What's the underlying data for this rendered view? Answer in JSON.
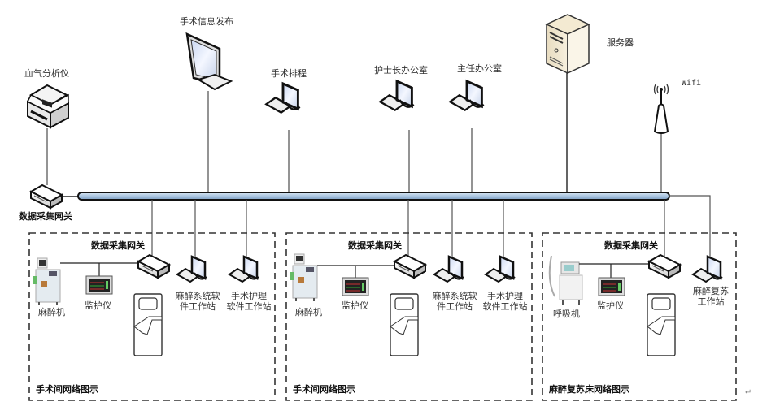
{
  "diagram": {
    "type": "network-topology",
    "top_devices": [
      {
        "id": "blood-gas",
        "label": "血气分析仪",
        "icon": "printer-analyzer-icon"
      },
      {
        "id": "info-publish",
        "label": "手术信息发布",
        "icon": "large-monitor-icon"
      },
      {
        "id": "schedule",
        "label": "手术排程",
        "icon": "workstation-icon"
      },
      {
        "id": "head-nurse",
        "label": "护士长办公室",
        "icon": "workstation-icon"
      },
      {
        "id": "director",
        "label": "主任办公室",
        "icon": "workstation-icon"
      },
      {
        "id": "server",
        "label": "服务器",
        "icon": "server-tower-icon"
      },
      {
        "id": "wifi",
        "label": "Wifi",
        "icon": "wifi-access-point-icon"
      }
    ],
    "main_gateway": {
      "label": "数据采集网关",
      "icon": "gateway-box-icon"
    },
    "backbone": {
      "label": "",
      "color": "#a9c4e0"
    },
    "zones": [
      {
        "title": "手术间网络图示",
        "gateway_label": "数据采集网关",
        "devices": [
          {
            "label": "麻醉机",
            "icon": "anesthesia-machine-icon"
          },
          {
            "label": "监护仪",
            "icon": "patient-monitor-icon"
          },
          {
            "label": "",
            "icon": "bed-icon"
          },
          {
            "label": "麻醉系统软件工作站",
            "lines": [
              "麻醉系统软",
              "件工作站"
            ],
            "icon": "workstation-icon"
          },
          {
            "label": "手术护理软件工作站",
            "lines": [
              "手术护理",
              "软件工作站"
            ],
            "icon": "workstation-icon"
          }
        ]
      },
      {
        "title": "手术间网络图示",
        "gateway_label": "数据采集网关",
        "devices": [
          {
            "label": "麻醉机",
            "icon": "anesthesia-machine-icon"
          },
          {
            "label": "监护仪",
            "icon": "patient-monitor-icon"
          },
          {
            "label": "",
            "icon": "bed-icon"
          },
          {
            "label": "麻醉系统软件工作站",
            "lines": [
              "麻醉系统软",
              "件工作站"
            ],
            "icon": "workstation-icon"
          },
          {
            "label": "手术护理软件工作站",
            "lines": [
              "手术护理",
              "软件工作站"
            ],
            "icon": "workstation-icon"
          }
        ]
      },
      {
        "title": "麻醉复苏床网络图示",
        "gateway_label": "数据采集网关",
        "devices": [
          {
            "label": "呼吸机",
            "icon": "ventilator-icon"
          },
          {
            "label": "监护仪",
            "icon": "patient-monitor-icon"
          },
          {
            "label": "",
            "icon": "bed-icon"
          },
          {
            "label": "麻醉复苏工作站",
            "lines": [
              "麻醉复苏",
              "工作站"
            ],
            "icon": "workstation-icon"
          }
        ]
      }
    ],
    "paragraph_mark": "↵"
  }
}
